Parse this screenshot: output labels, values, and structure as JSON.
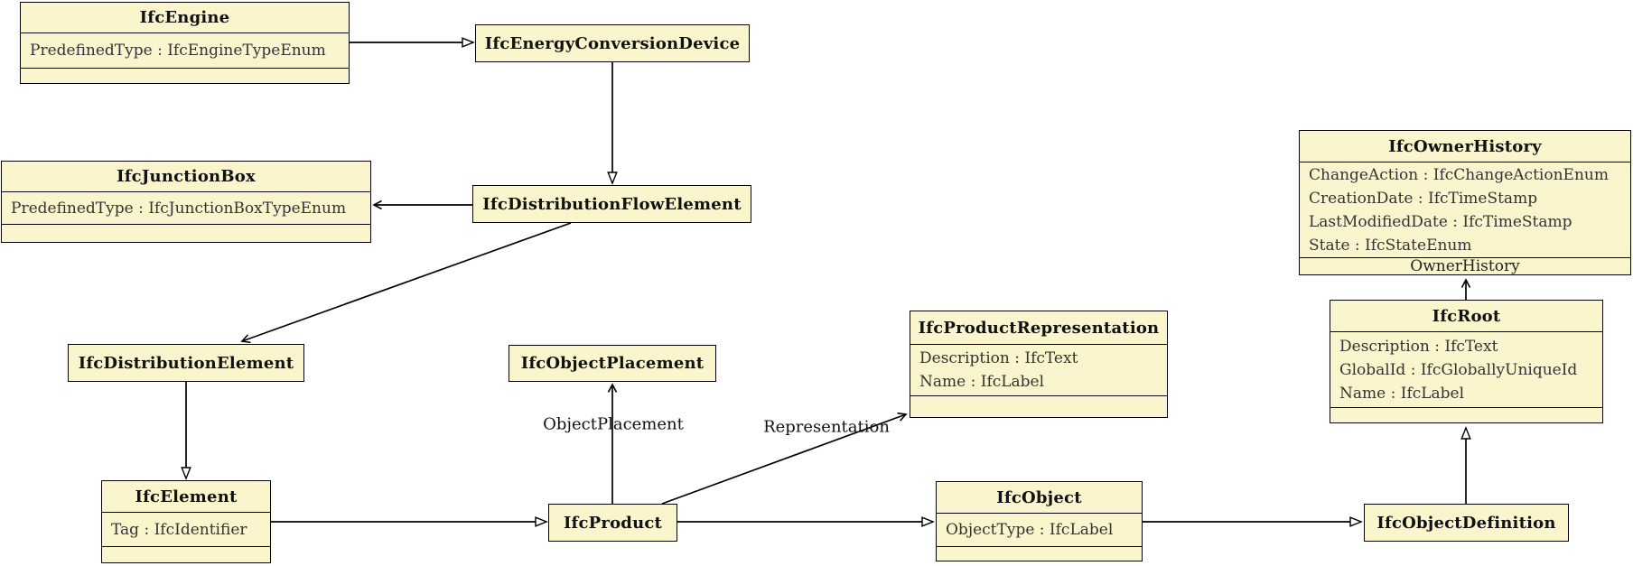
{
  "diagram": {
    "background": "#ffffff",
    "node_fill": "#FBF5CE",
    "node_border": "#000000",
    "title_color": "#111111",
    "attr_color": "#333333"
  },
  "classes": {
    "ifcEngine": {
      "title": "IfcEngine",
      "attrs": [
        "PredefinedType : IfcEngineTypeEnum"
      ]
    },
    "ifcEnergyConversionDevice": {
      "title": "IfcEnergyConversionDevice"
    },
    "ifcJunctionBox": {
      "title": "IfcJunctionBox",
      "attrs": [
        "PredefinedType : IfcJunctionBoxTypeEnum"
      ]
    },
    "ifcDistributionFlowElement": {
      "title": "IfcDistributionFlowElement"
    },
    "ifcOwnerHistory": {
      "title": "IfcOwnerHistory",
      "attrs": [
        "ChangeAction : IfcChangeActionEnum",
        "CreationDate : IfcTimeStamp",
        "LastModifiedDate : IfcTimeStamp",
        "State : IfcStateEnum"
      ],
      "footer": "OwnerHistory"
    },
    "ifcDistributionElement": {
      "title": "IfcDistributionElement"
    },
    "ifcObjectPlacement": {
      "title": "IfcObjectPlacement"
    },
    "ifcProductRepresentation": {
      "title": "IfcProductRepresentation",
      "attrs": [
        "Description : IfcText",
        "Name : IfcLabel"
      ]
    },
    "ifcRoot": {
      "title": "IfcRoot",
      "attrs": [
        "Description : IfcText",
        "GlobalId : IfcGloballyUniqueId",
        "Name : IfcLabel"
      ]
    },
    "ifcElement": {
      "title": "IfcElement",
      "attrs": [
        "Tag : IfcIdentifier"
      ]
    },
    "ifcProduct": {
      "title": "IfcProduct"
    },
    "ifcObject": {
      "title": "IfcObject",
      "attrs": [
        "ObjectType : IfcLabel"
      ]
    },
    "ifcObjectDefinition": {
      "title": "IfcObjectDefinition"
    }
  },
  "edge_labels": {
    "object_placement": "ObjectPlacement",
    "representation": "Representation"
  },
  "edges": [
    {
      "from": "IfcEngine",
      "to": "IfcEnergyConversionDevice",
      "arrow": "hollow-triangle"
    },
    {
      "from": "IfcEnergyConversionDevice",
      "to": "IfcDistributionFlowElement",
      "arrow": "hollow-triangle"
    },
    {
      "from": "IfcDistributionFlowElement",
      "to": "IfcJunctionBox",
      "arrow": "open"
    },
    {
      "from": "IfcDistributionFlowElement",
      "to": "IfcDistributionElement",
      "arrow": "open"
    },
    {
      "from": "IfcDistributionElement",
      "to": "IfcElement",
      "arrow": "hollow-triangle"
    },
    {
      "from": "IfcElement",
      "to": "IfcProduct",
      "arrow": "hollow-triangle"
    },
    {
      "from": "IfcProduct",
      "to": "IfcObjectPlacement",
      "arrow": "open",
      "label": "ObjectPlacement"
    },
    {
      "from": "IfcProduct",
      "to": "IfcProductRepresentation",
      "arrow": "open",
      "label": "Representation"
    },
    {
      "from": "IfcProduct",
      "to": "IfcObject",
      "arrow": "hollow-triangle"
    },
    {
      "from": "IfcObject",
      "to": "IfcObjectDefinition",
      "arrow": "hollow-triangle"
    },
    {
      "from": "IfcObjectDefinition",
      "to": "IfcRoot",
      "arrow": "hollow-triangle"
    },
    {
      "from": "IfcRoot",
      "to": "IfcOwnerHistory",
      "arrow": "open",
      "label": "OwnerHistory"
    }
  ]
}
